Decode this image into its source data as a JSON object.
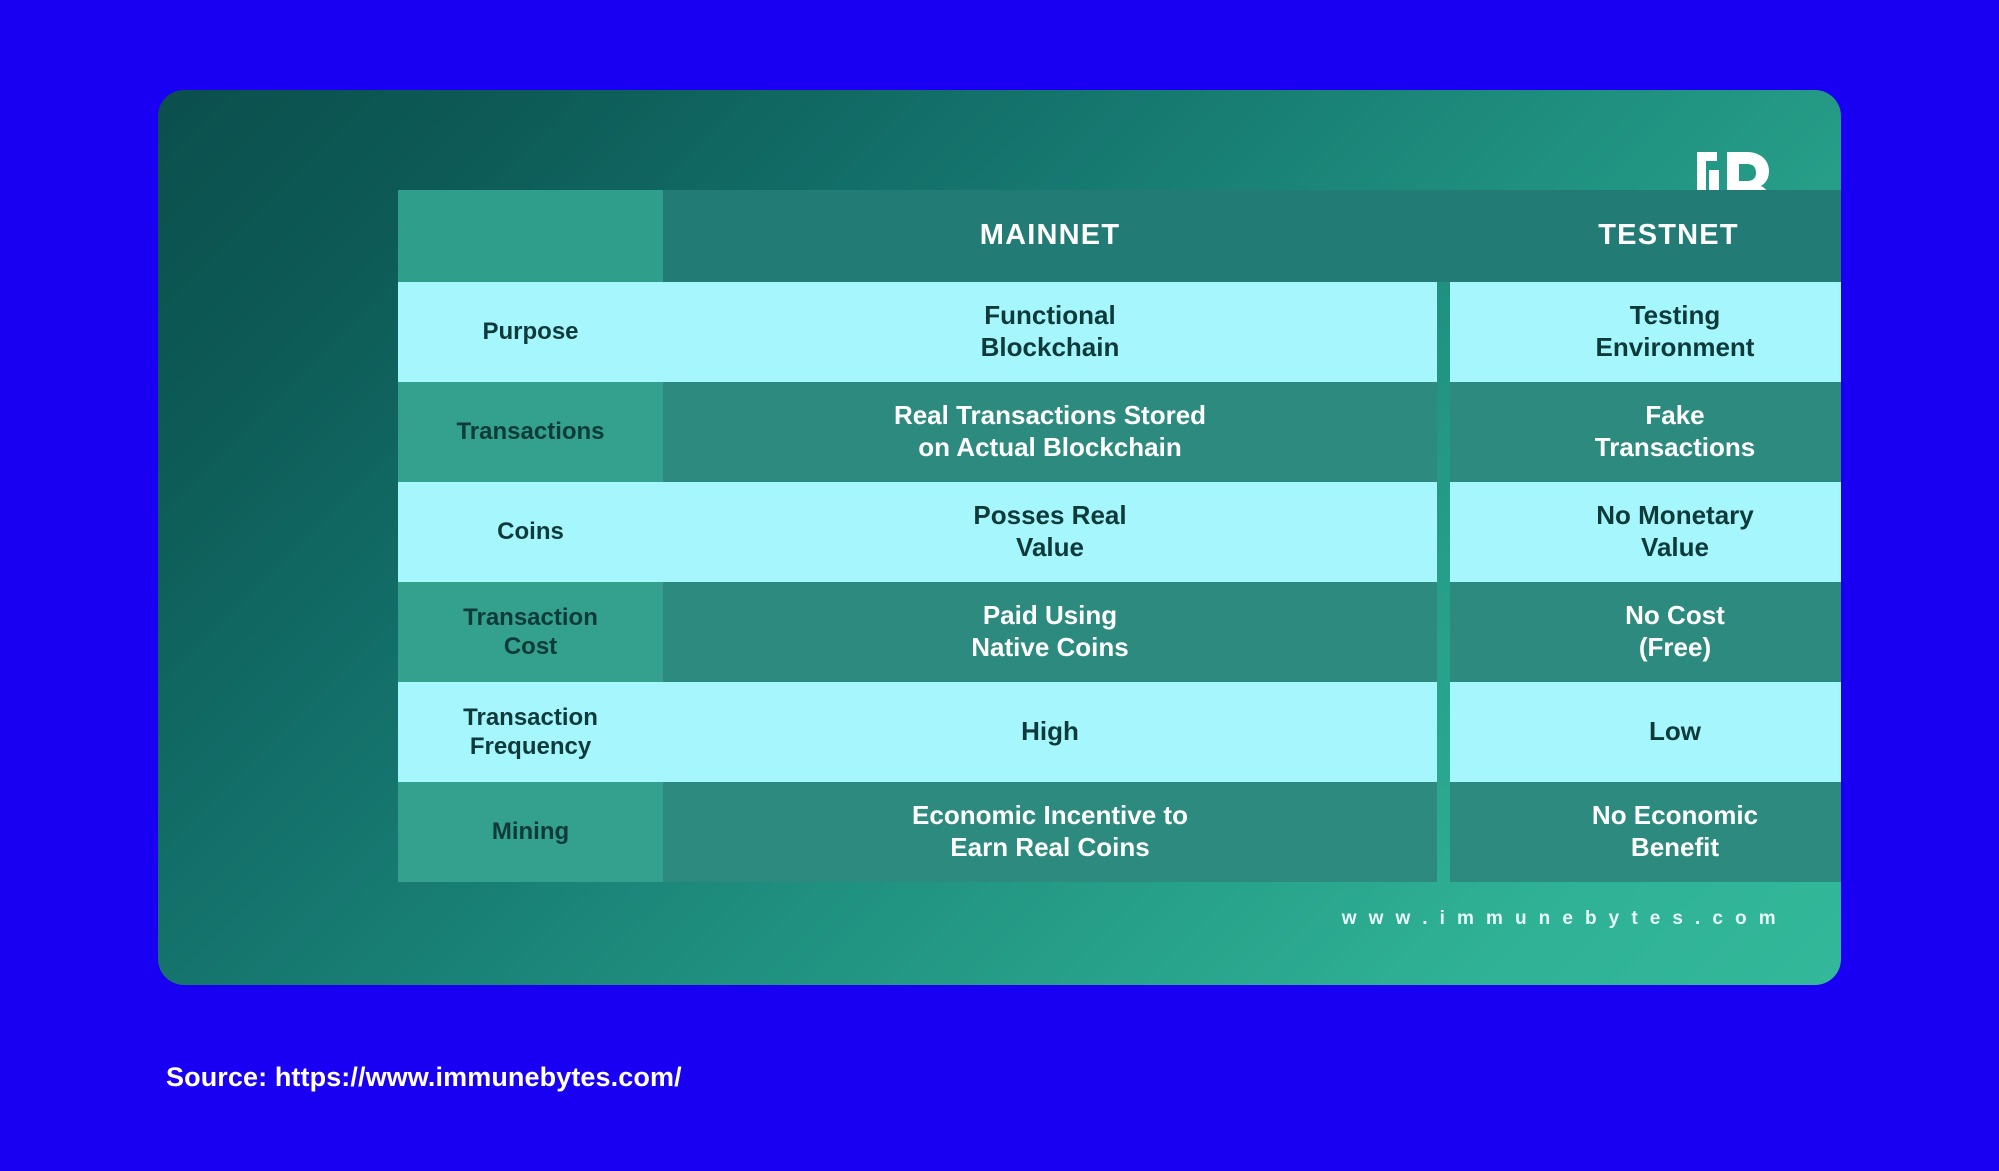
{
  "background_color": "#1a00f2",
  "card": {
    "gradient_from": "#0b4f4d",
    "gradient_to": "#33b89a",
    "logo_name": "immunebytes-logo",
    "site_url": "w w w . i m m u n e b y t e s . c o m"
  },
  "table": {
    "colors": {
      "header_label_bg": "#2f9e8a",
      "header_cell_bg": "#227b74",
      "light_row_bg": "#a6f6fd",
      "dark_row_bg": "#2c8a7e",
      "dark_label_bg": "#33a18d",
      "dark_text": "#0e3b3a",
      "light_text": "#ffffff"
    },
    "headers": {
      "corner": "",
      "mainnet": "MAINNET",
      "testnet": "TESTNET"
    },
    "rows": [
      {
        "label": "Purpose",
        "mainnet": "Functional\nBlockchain",
        "testnet": "Testing\nEnvironment",
        "style": "light"
      },
      {
        "label": "Transactions",
        "mainnet": "Real Transactions Stored\non Actual Blockchain",
        "testnet": "Fake\nTransactions",
        "style": "dark"
      },
      {
        "label": "Coins",
        "mainnet": "Posses Real\nValue",
        "testnet": "No Monetary\nValue",
        "style": "light"
      },
      {
        "label": "Transaction\nCost",
        "mainnet": "Paid Using\nNative Coins",
        "testnet": "No Cost\n(Free)",
        "style": "dark"
      },
      {
        "label": "Transaction\nFrequency",
        "mainnet": "High",
        "testnet": "Low",
        "style": "light"
      },
      {
        "label": "Mining",
        "mainnet": "Economic Incentive to\nEarn Real Coins",
        "testnet": "No Economic\nBenefit",
        "style": "dark"
      }
    ]
  },
  "source": {
    "text": "Source: https://www.immunebytes.com/"
  }
}
